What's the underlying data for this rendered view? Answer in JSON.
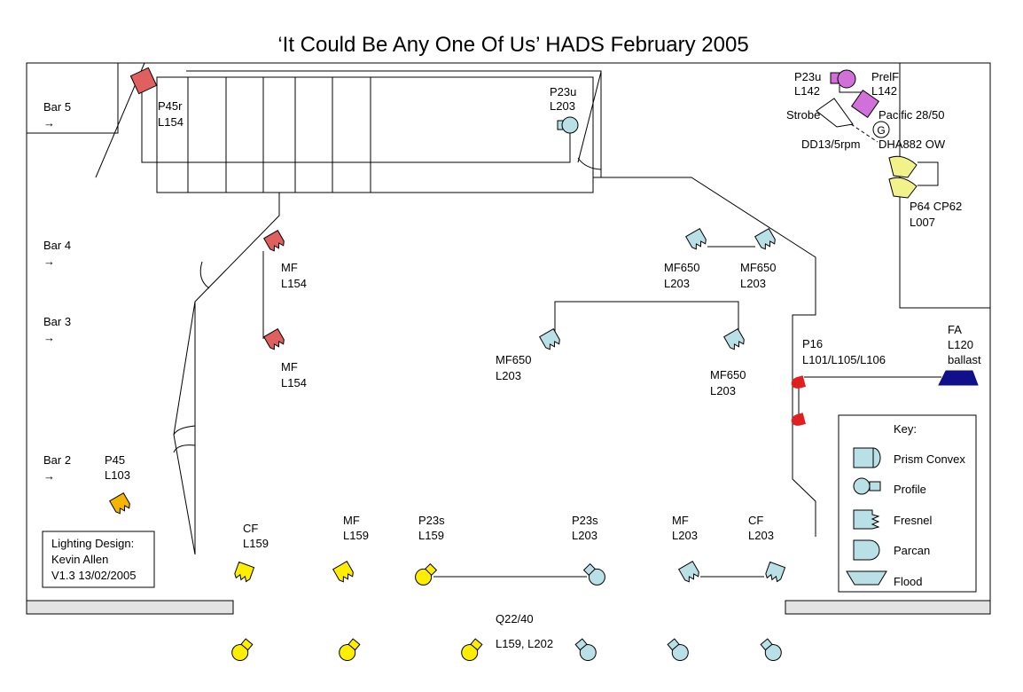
{
  "title": "‘It Could Be Any One Of Us’ HADS February 2005",
  "colors": {
    "red": "#e06060",
    "cyan": "#b8e0e6",
    "yellow": "#ffee00",
    "pale_yellow": "#f2f28a",
    "orange": "#f5b400",
    "violet": "#d070d8",
    "bright_red": "#e02020",
    "navy": "#10108a",
    "grey": "#e3e3e3"
  },
  "bars": {
    "bar5": "Bar 5",
    "bar4": "Bar 4",
    "bar3": "Bar 3",
    "bar2": "Bar 2",
    "arrow": "→"
  },
  "credit": {
    "line1": "Lighting Design:",
    "line2": "Kevin Allen",
    "line3": "V1.3 13/02/2005"
  },
  "key": {
    "title": "Key:",
    "prism_convex": "Prism Convex",
    "profile": "Profile",
    "fresnel": "Fresnel",
    "parcan": "Parcan",
    "flood": "Flood"
  },
  "labels": {
    "p45r": [
      "P45r",
      "L154"
    ],
    "p23u_centre": [
      "P23u",
      "L203"
    ],
    "p23u_right": [
      "P23u",
      "L142"
    ],
    "prelf": [
      "PrelF",
      "L142"
    ],
    "strobe": "Strobe",
    "pacific": "Pacific 28/50",
    "dd13": "DD13/5rpm",
    "dha": "DHA882 OW",
    "p64": [
      "P64 CP62",
      "L007"
    ],
    "mf_bar4": [
      "MF",
      "L154"
    ],
    "mf_bar3": [
      "MF",
      "L154"
    ],
    "mf650_a": [
      "MF650",
      "L203"
    ],
    "mf650_b": [
      "MF650",
      "L203"
    ],
    "mf650_c": [
      "MF650",
      "L203"
    ],
    "mf650_d": [
      "MF650",
      "L203"
    ],
    "p16": [
      "P16",
      "L101/L105/L106"
    ],
    "fa": [
      "FA",
      "L120",
      "ballast"
    ],
    "p45": [
      "P45",
      "L103"
    ],
    "cf_left": [
      "CF",
      "L159"
    ],
    "mf_159": [
      "MF",
      "L159"
    ],
    "p23s_159": [
      "P23s",
      "L159"
    ],
    "p23s_203": [
      "P23s",
      "L203"
    ],
    "mf_203": [
      "MF",
      "L203"
    ],
    "cf_right": [
      "CF",
      "L203"
    ],
    "q22": [
      "Q22/40",
      "L159, L202"
    ]
  }
}
